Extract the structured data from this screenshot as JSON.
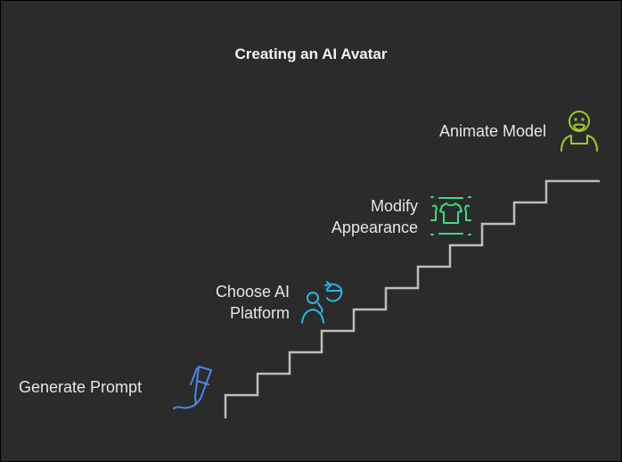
{
  "title": "Creating an AI Avatar",
  "steps": [
    {
      "label": "Generate Prompt",
      "icon": "pen-icon",
      "color": "#4a86e8"
    },
    {
      "label": "Choose AI Platform",
      "line1": "Choose AI",
      "line2": "Platform",
      "icon": "person-refresh-icon",
      "color": "#29b6e8"
    },
    {
      "label": "Modify Appearance",
      "line1": "Modify",
      "line2": "Appearance",
      "icon": "shirt-icon",
      "color": "#3ddc84"
    },
    {
      "label": "Animate Model",
      "icon": "avatar-person-icon",
      "color": "#9ccc2c"
    }
  ],
  "colors": {
    "background": "#2b2b2b",
    "stairs": "#bdbdbd"
  }
}
